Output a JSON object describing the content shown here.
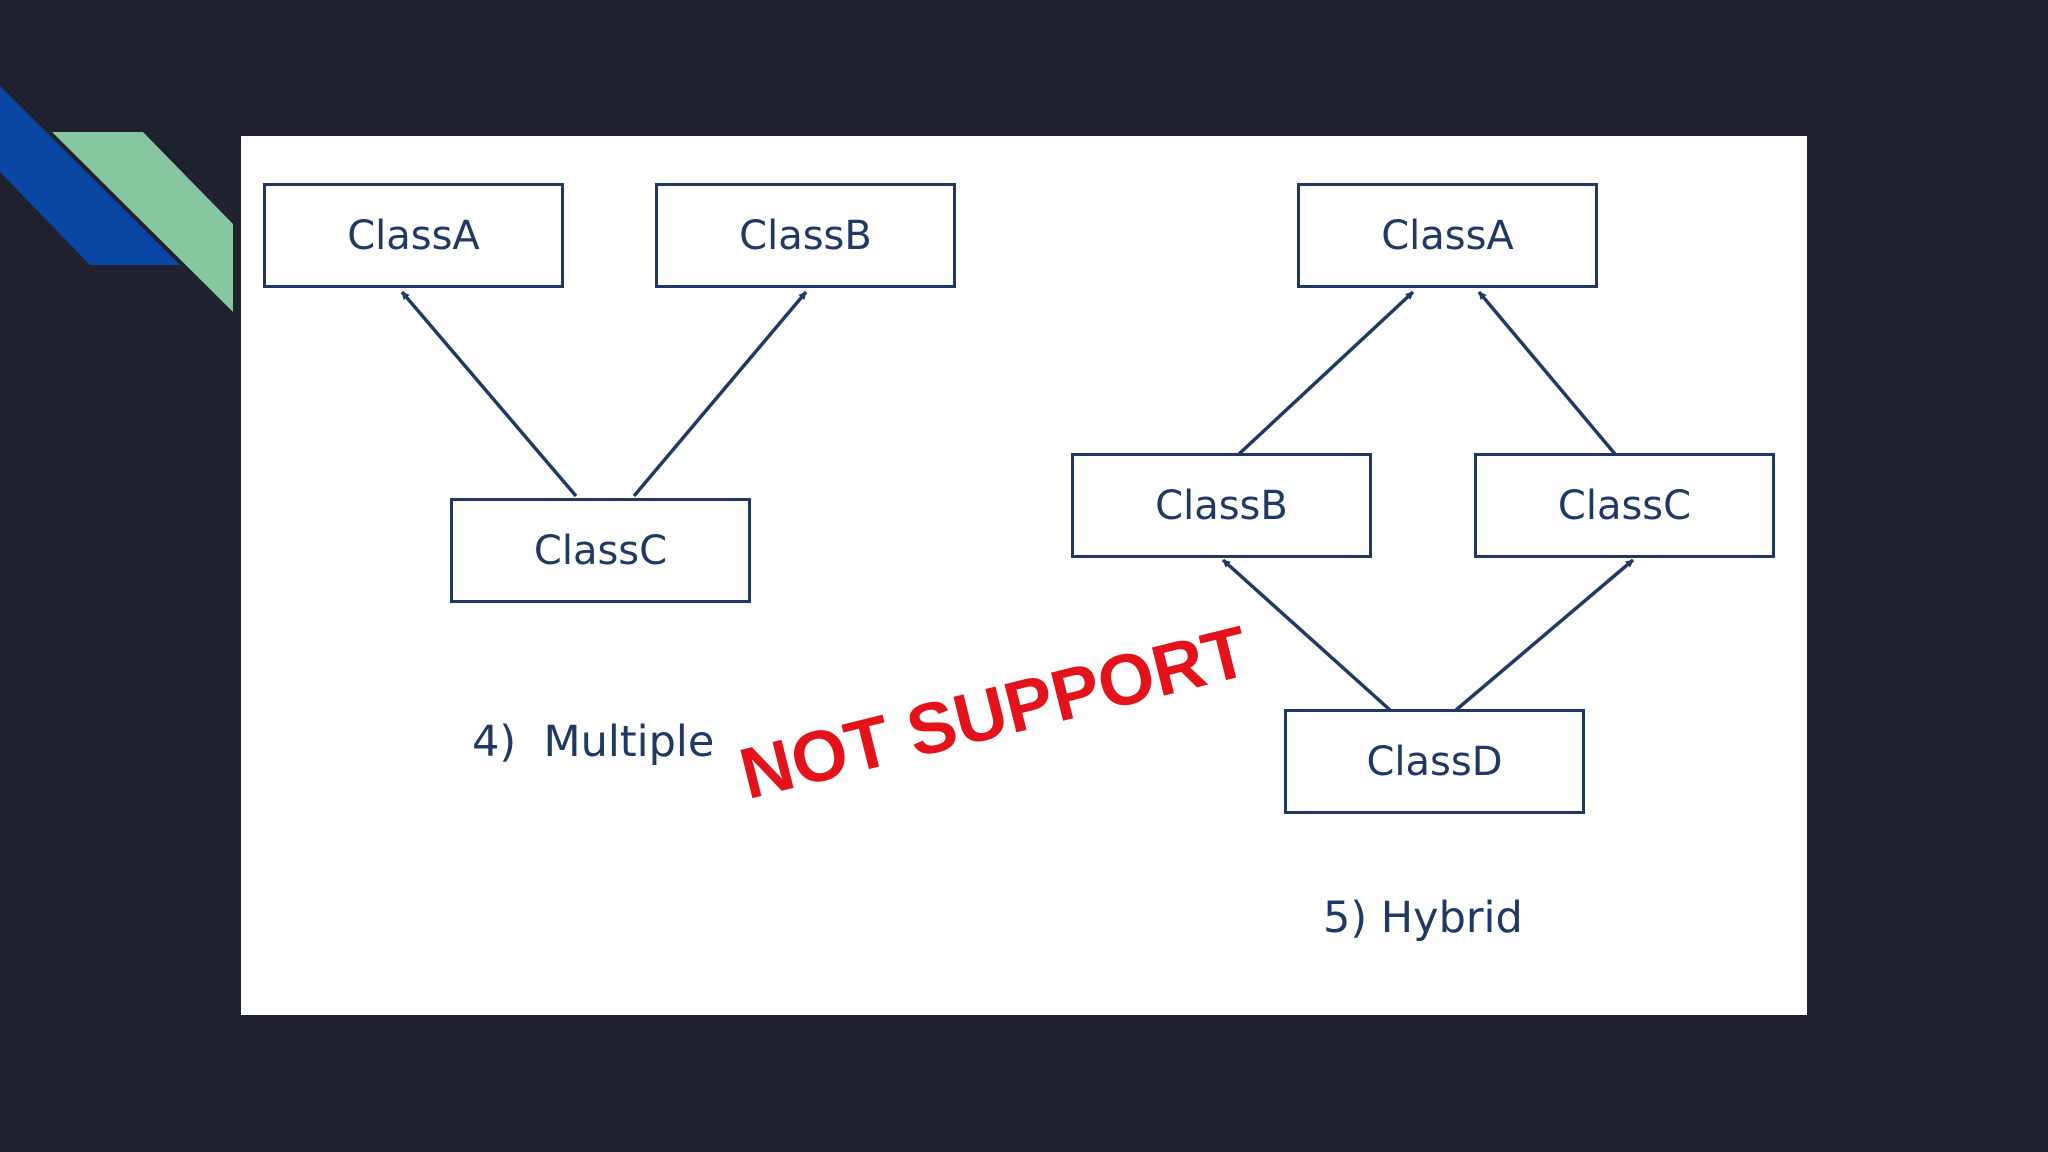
{
  "slide": {
    "background_color": "#1f212e",
    "accent_colors": [
      "#0a47a4",
      "#86c6a1"
    ]
  },
  "panel": {
    "background_color": "#ffffff"
  },
  "diagram_colors": {
    "line": "#1f3864",
    "stamp": "#e3121b"
  },
  "multiple": {
    "class_a": "ClassA",
    "class_b": "ClassB",
    "class_c": "ClassC",
    "caption": "4)  Multiple"
  },
  "hybrid": {
    "class_a": "ClassA",
    "class_b": "ClassB",
    "class_c": "ClassC",
    "class_d": "ClassD",
    "caption": "5) Hybrid"
  },
  "stamp": {
    "text": "NOT SUPPORT"
  }
}
